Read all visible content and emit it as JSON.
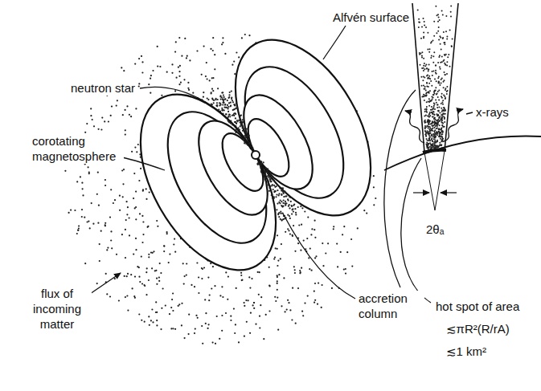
{
  "diagram": {
    "labels": [
      "Alfvén surface",
      "neutron star",
      "corotating magnetosphere",
      "flux of incoming matter",
      "accretion column",
      "x-rays",
      "2θₐ",
      "hot spot of area",
      "≲πR²(R/rA)",
      "≲1 km²"
    ]
  }
}
